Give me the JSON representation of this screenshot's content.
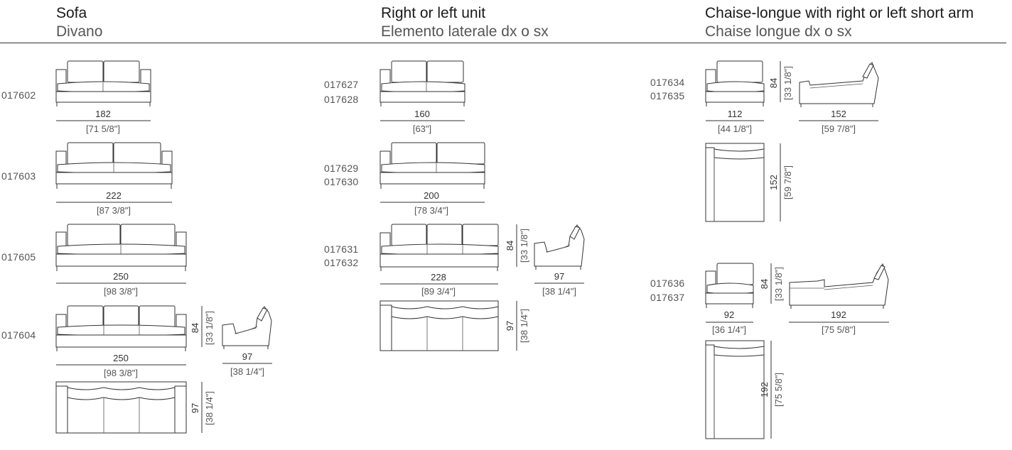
{
  "columns": [
    {
      "title": "Sofa",
      "subtitle": "Divano"
    },
    {
      "title": "Right or left unit",
      "subtitle": "Elemento laterale dx o sx"
    },
    {
      "title": "Chaise-longue with right or left short arm",
      "subtitle": "Chaise longue dx o sx"
    }
  ],
  "codes": {
    "c017602": "017602",
    "c017603": "017603",
    "c017605": "017605",
    "c017604": "017604",
    "c017627": "017627",
    "c017628": "017628",
    "c017629": "017629",
    "c017630": "017630",
    "c017631": "017631",
    "c017632": "017632",
    "c017634": "017634",
    "c017635": "017635",
    "c017636": "017636",
    "c017637": "017637"
  },
  "dims": {
    "w182": "182",
    "w182i": "[71 5/8\"]",
    "w222": "222",
    "w222i": "[87 3/8\"]",
    "w250a": "250",
    "w250ai": "[98 3/8\"]",
    "w250b": "250",
    "w250bi": "[98 3/8\"]",
    "h84a": "84",
    "h84ai": "[33 1/8\"]",
    "d97a": "97",
    "d97ai": "[38 1/4\"]",
    "d97b": "97",
    "d97bi": "[38 1/4\"]",
    "w160": "160",
    "w160i": "[63\"]",
    "w200": "200",
    "w200i": "[78 3/4\"]",
    "w228": "228",
    "w228i": "[89 3/4\"]",
    "h84b": "84",
    "h84bi": "[33 1/8\"]",
    "d97c": "97",
    "d97ci": "[38 1/4\"]",
    "d97d": "97",
    "d97di": "[38 1/4\"]",
    "w112": "112",
    "w112i": "[44 1/8\"]",
    "h84c": "84",
    "h84ci": "[33 1/8\"]",
    "w152": "152",
    "w152i": "[59 7/8\"]",
    "d152": "152",
    "d152i": "[59 7/8\"]",
    "w92": "92",
    "w92i": "[36 1/4\"]",
    "h84d": "84",
    "h84di": "[33 1/8\"]",
    "w192": "192",
    "w192i": "[75 5/8\"]",
    "d192": "192",
    "d192i": "[75 5/8\"]"
  }
}
